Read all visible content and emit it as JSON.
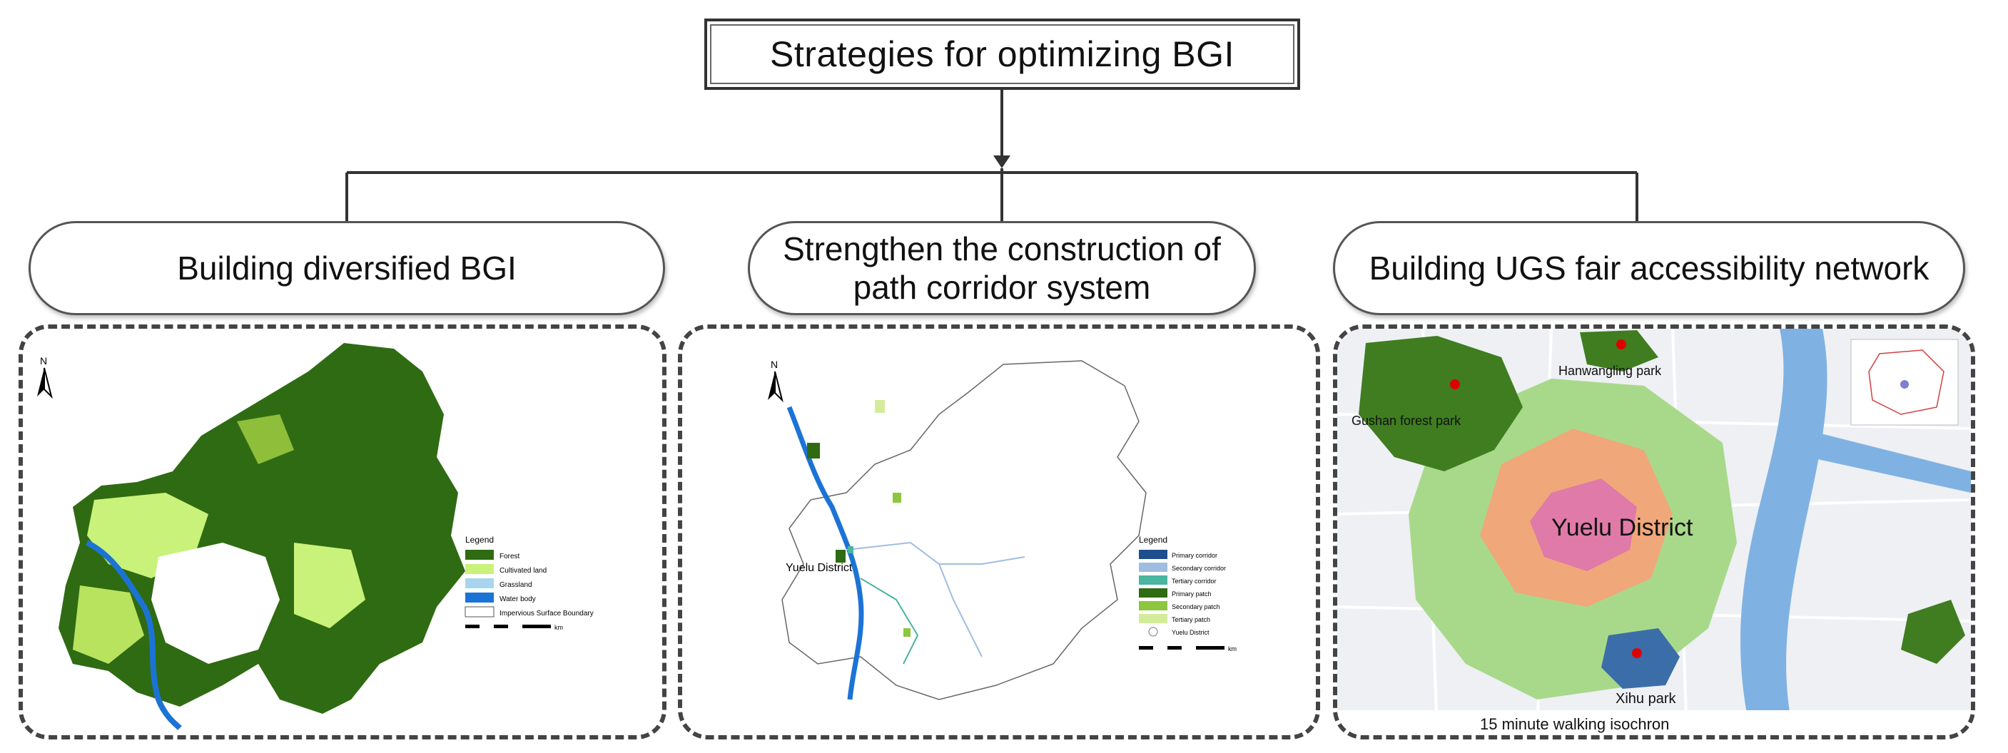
{
  "title": "Strategies for optimizing BGI",
  "strategies": [
    {
      "label": "Building diversified BGI"
    },
    {
      "label_line1": "Strengthen the construction of",
      "label_line2": "path corridor system"
    },
    {
      "label": "Building UGS fair accessibility network"
    }
  ],
  "map1": {
    "legend_title": "Legend",
    "legend_items": [
      {
        "label": "Forest",
        "color": "#2f6b12"
      },
      {
        "label": "Cultivated land",
        "color": "#c9f27a"
      },
      {
        "label": "Grassland",
        "color": "#a9d4f0"
      },
      {
        "label": "Water body",
        "color": "#1c73d6"
      },
      {
        "label": "Impervious Surface Boundary",
        "color": "#ffffff"
      }
    ],
    "scale_unit": "km",
    "north": "N"
  },
  "map2": {
    "place_label": "Yuelu District",
    "legend_title": "Legend",
    "legend_items": [
      {
        "label": "Primary corridor",
        "color": "#1f4e8c"
      },
      {
        "label": "Secondary corridor",
        "color": "#9fbde0"
      },
      {
        "label": "Tertiary corridor",
        "color": "#4ab5a0"
      },
      {
        "label": "Primary patch",
        "color": "#2f6b12"
      },
      {
        "label": "Secondary patch",
        "color": "#8dc63f"
      },
      {
        "label": "Tertiary patch",
        "color": "#d3ec9a"
      },
      {
        "label": "Yuelu District",
        "color": "#ffffff"
      }
    ],
    "scale_unit": "km",
    "north": "N"
  },
  "map3": {
    "parks": [
      "Hanwangling park",
      "Gushan forest park",
      "Xihu park"
    ],
    "district_label": "Yuelu District",
    "caption": "15 minute walking isochron"
  }
}
